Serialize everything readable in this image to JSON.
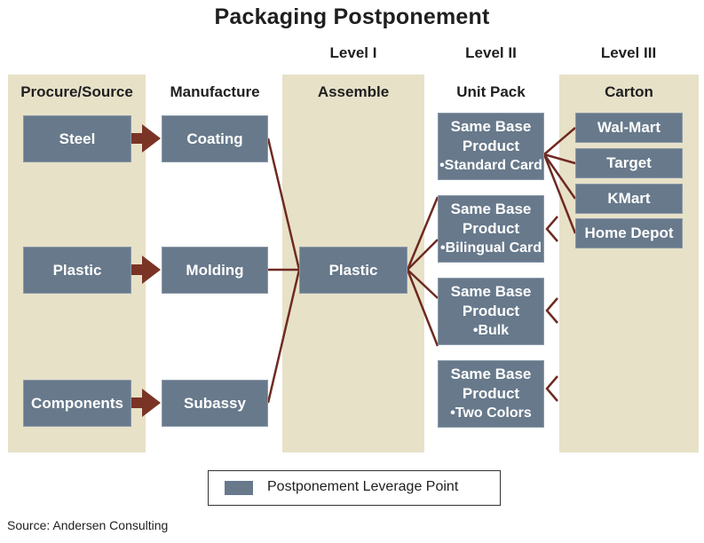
{
  "title": "Packaging Postponement",
  "levels": [
    "Level I",
    "Level II",
    "Level III"
  ],
  "columns": {
    "procure": "Procure/Source",
    "manufacture": "Manufacture",
    "assemble": "Assemble",
    "unit_pack": "Unit Pack",
    "carton": "Carton"
  },
  "procure_items": [
    "Steel",
    "Plastic",
    "Components"
  ],
  "manufacture_items": [
    "Coating",
    "Molding",
    "Subassy"
  ],
  "assemble_item": "Plastic",
  "unit_pack_items": [
    {
      "line1": "Same Base",
      "line2": "Product",
      "line3": "•Standard Card"
    },
    {
      "line1": "Same Base",
      "line2": "Product",
      "line3": "•Bilingual Card"
    },
    {
      "line1": "Same Base",
      "line2": "Product",
      "line3": "•Bulk"
    },
    {
      "line1": "Same Base",
      "line2": "Product",
      "line3": "•Two Colors"
    }
  ],
  "carton_items": [
    "Wal-Mart",
    "Target",
    "KMart",
    "Home Depot"
  ],
  "legend": "Postponement Leverage Point",
  "source": "Source: Andersen Consulting",
  "colors": {
    "box": "#67798b",
    "column_bg": "#e7e1c8",
    "arrow": "#7a3426",
    "line": "#6e2a22"
  }
}
